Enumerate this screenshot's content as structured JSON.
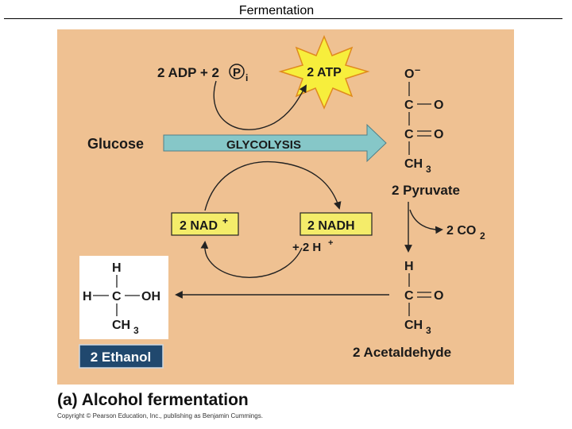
{
  "slide_title": "Fermentation",
  "caption": "(a) Alcohol fermentation",
  "copyright": "Copyright © Pearson Education, Inc., publishing as Benjamin Cummings.",
  "labels": {
    "adp_left": "2 ADP + 2",
    "pi_p": "P",
    "pi_sub": "i",
    "atp": "2 ATP",
    "glucose": "Glucose",
    "glycolysis": "GLYCOLYSIS",
    "pyruvate": "2 Pyruvate",
    "nad_plus": "2 NAD",
    "nad_sup": "+",
    "nadh": "2 NADH",
    "h_plus": "+ 2 H",
    "h_sup": "+",
    "co2": "2 CO",
    "co2_sub": "2",
    "acetaldehyde": "2 Acetaldehyde",
    "ethanol": "2 Ethanol"
  },
  "pyruvate_structure": {
    "o_minus": "O",
    "o_minus_sup": "–",
    "c1": "C",
    "o1": "O",
    "c2": "C",
    "o2": "O",
    "ch3": "CH",
    "ch3_sub": "3"
  },
  "acetaldehyde_structure": {
    "h": "H",
    "c": "C",
    "o": "O",
    "ch3": "CH",
    "ch3_sub": "3"
  },
  "ethanol_structure": {
    "h_top": "H",
    "h_left": "H",
    "c": "C",
    "oh": "OH",
    "ch3": "CH",
    "ch3_sub": "3"
  },
  "colors": {
    "panel": "#efc192",
    "glycolysis_arrow": "#86c7c8",
    "nad_box": "#f4ec6a",
    "atp_burst": "#f7ee3c",
    "ethanol_label": "#20486e"
  }
}
